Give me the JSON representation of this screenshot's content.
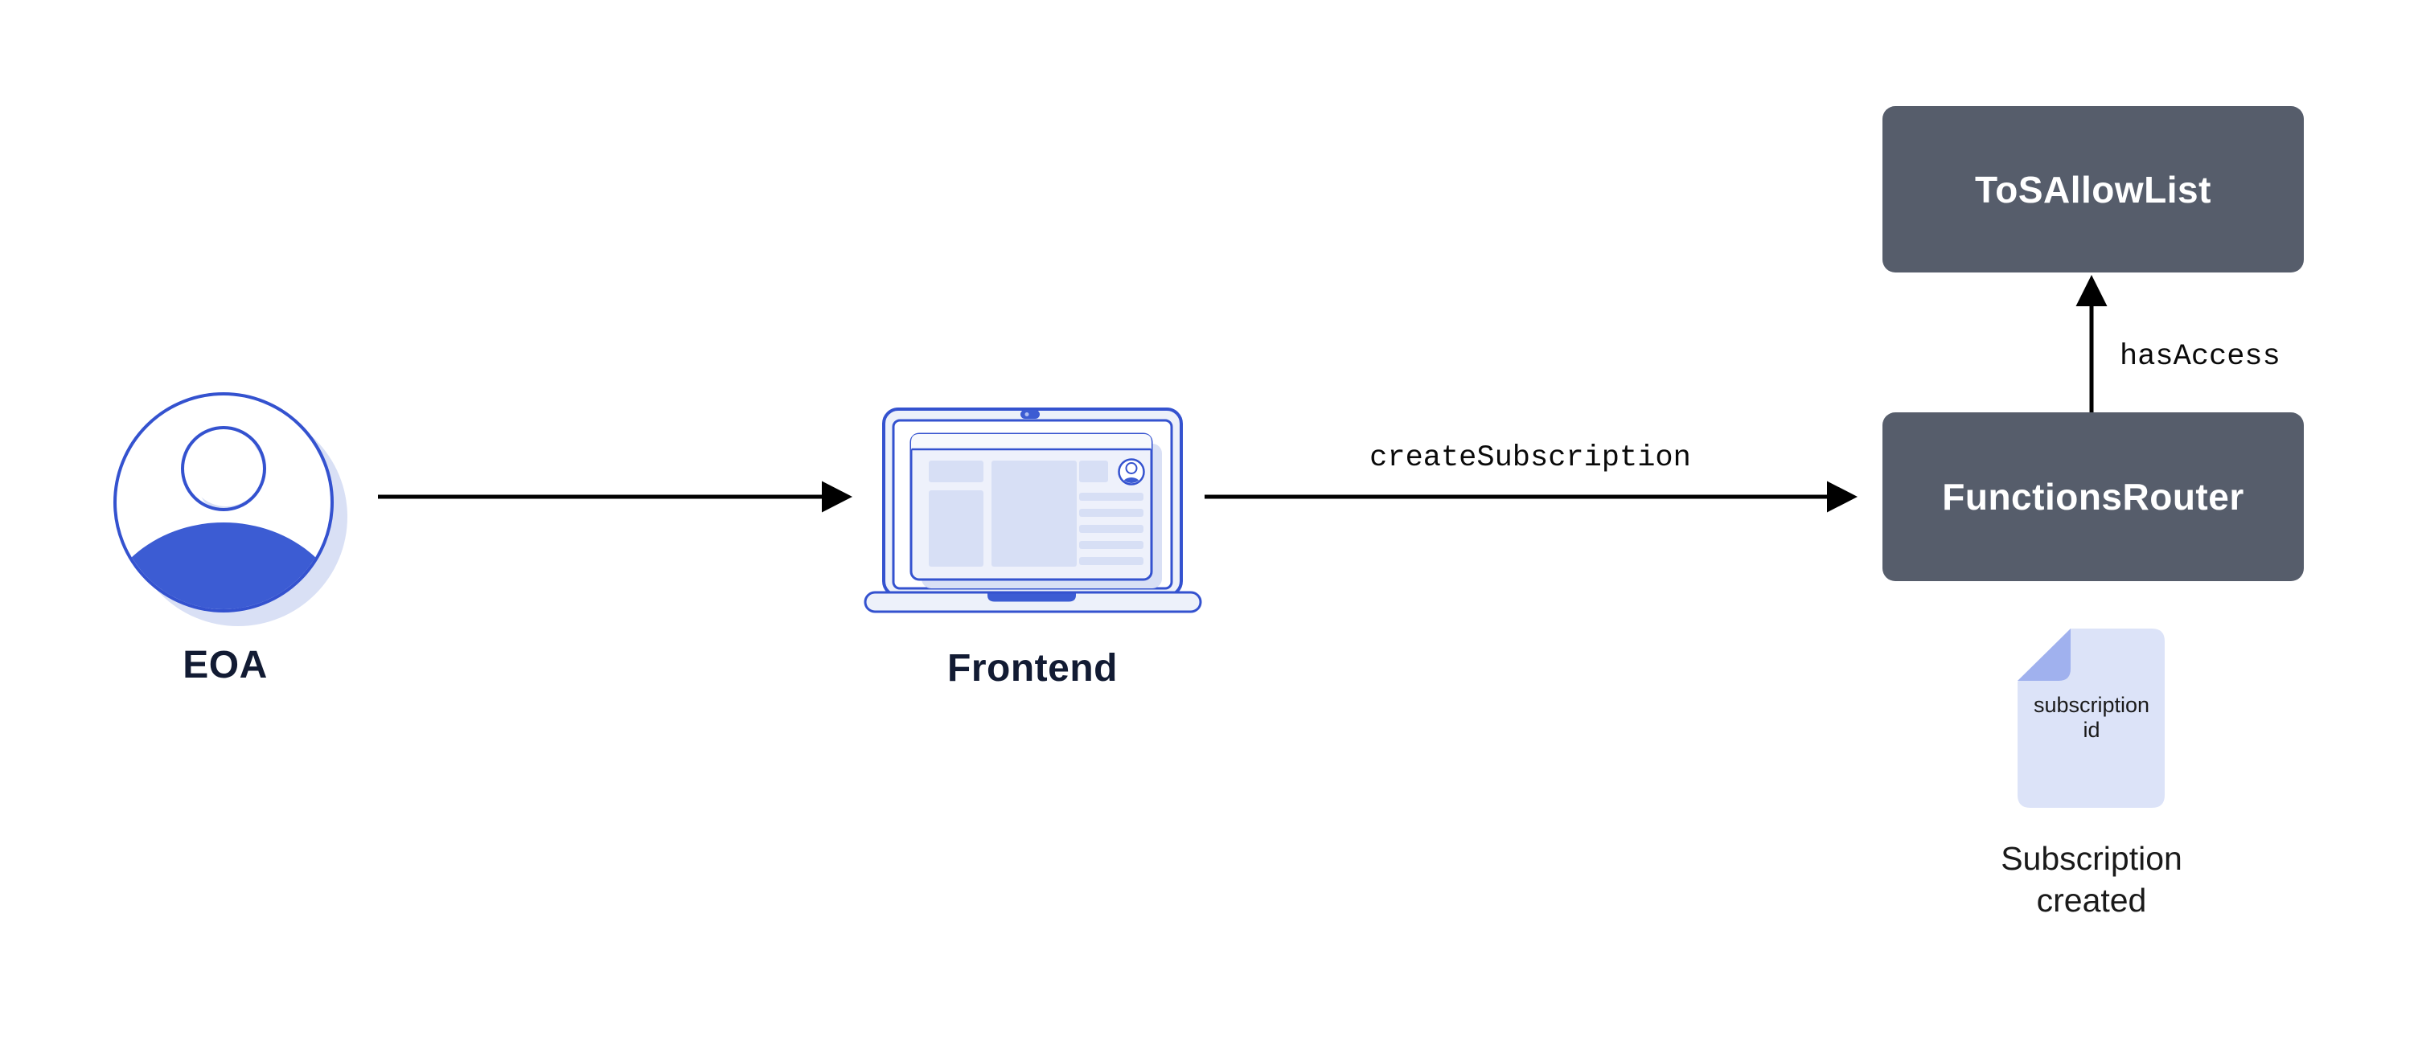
{
  "colors": {
    "background": "#ffffff",
    "accent_blue": "#3452cf",
    "fill_blue": "#3c5cd3",
    "slate_box": "#565d6b",
    "box_text": "#ffffff",
    "doc_fill": "#dce3f8",
    "doc_fold": "#a0b1ee",
    "soft_shadow": "#d9e0f5",
    "ui_block_fill": "#d7dff5",
    "laptop_body_fill": "#edf1fa",
    "window_fill": "#eef1fb",
    "window_header_fill": "#f7f9fd",
    "label_dark": "#121b33",
    "mono_text": "#0a0a0a",
    "caption_text": "#1a1a1a",
    "arrow_black": "#000000"
  },
  "nodes": {
    "eoa": {
      "label": "EOA",
      "icon": "user-avatar-icon"
    },
    "frontend": {
      "label": "Frontend",
      "icon": "laptop-icon"
    },
    "tos_allow_list": {
      "label": "ToSAllowList"
    },
    "functions_router": {
      "label": "FunctionsRouter"
    }
  },
  "edges": {
    "frontend_to_router": {
      "label": "createSubscription"
    },
    "router_to_tos": {
      "label": "hasAccess"
    }
  },
  "artifact": {
    "icon": "document-icon",
    "doc_text_line1": "subscription",
    "doc_text_line2": "id",
    "caption_line1": "Subscription",
    "caption_line2": "created"
  }
}
